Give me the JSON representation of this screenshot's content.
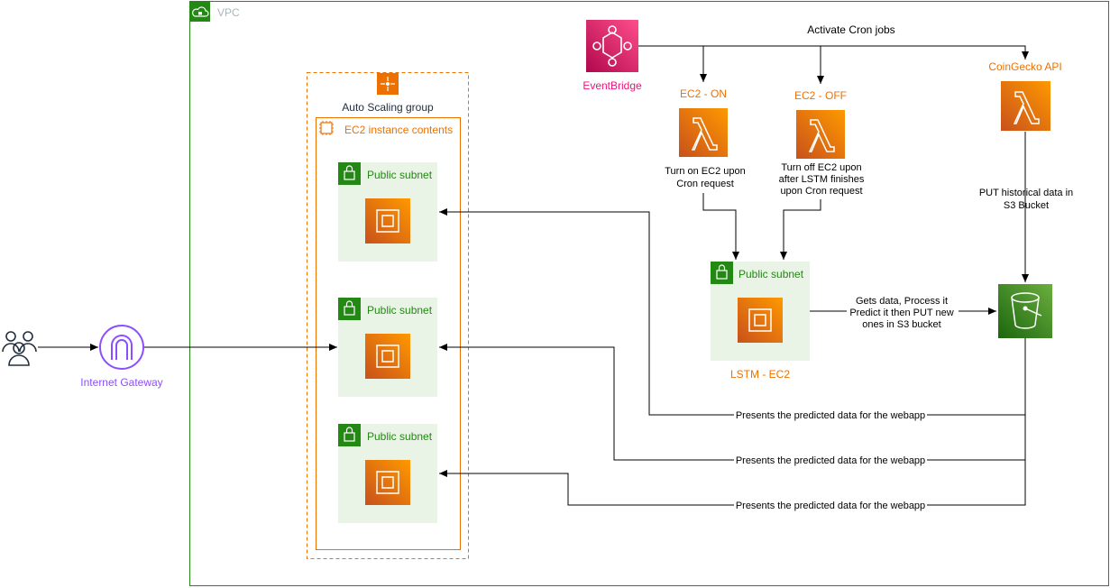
{
  "vpc": {
    "label": "VPC"
  },
  "users": {
    "icon": "users-icon"
  },
  "internet_gateway": {
    "label": "Internet Gateway",
    "color": "#8C4FFF"
  },
  "auto_scaling_group": {
    "label": "Auto Scaling group",
    "color": "#ED7100"
  },
  "ec2_instance_contents": {
    "label": "EC2 instance contents"
  },
  "subnets": [
    {
      "label": "Public subnet"
    },
    {
      "label": "Public subnet"
    },
    {
      "label": "Public subnet"
    }
  ],
  "eventbridge": {
    "label": "EventBridge",
    "color": "#E7157B",
    "activate_label": "Activate Cron jobs"
  },
  "lambda_on": {
    "title": "EC2 - ON",
    "note_lines": [
      "Turn on EC2 upon",
      "Cron request"
    ]
  },
  "lambda_off": {
    "title": "EC2 - OFF",
    "note_lines": [
      "Turn off EC2 upon",
      "after LSTM finishes",
      "upon Cron request"
    ]
  },
  "lambda_coingecko": {
    "title": "CoinGecko API",
    "note_lines": [
      "PUT historical data in",
      "S3 Bucket"
    ]
  },
  "lstm": {
    "subnet_label": "Public subnet",
    "title": "LSTM - EC2",
    "note_lines": [
      "Gets data, Process it",
      "Predict it then PUT new",
      "ones in S3 bucket"
    ]
  },
  "s3": {
    "icon": "s3-bucket-icon",
    "color": "#3F8624"
  },
  "present_labels": [
    "Presents the predicted data for the webapp",
    "Presents the predicted data for the webapp",
    "Presents the predicted data for the webapp"
  ],
  "colors": {
    "vpc_border": "#248814",
    "subnet_bg": "#E9F3E6",
    "orange": "#ED7100",
    "lambda_gradient_top": "#F78E04",
    "lambda_gradient_bottom": "#D05C17"
  }
}
